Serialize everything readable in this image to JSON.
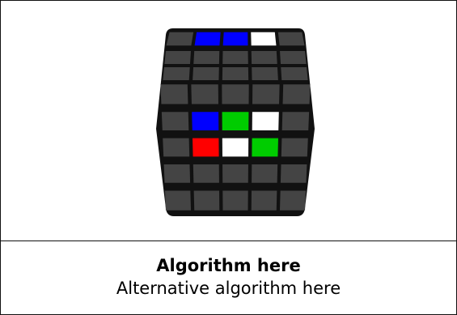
{
  "caption": {
    "title": "Algorithm here",
    "subtitle": "Alternative algorithm here"
  },
  "cube": {
    "colors": {
      "dark": "#444444",
      "outline": "#111111",
      "blue": "#0000ff",
      "white": "#ffffff",
      "green": "#00cc00",
      "red": "#ff0000"
    },
    "top_row": [
      "dark",
      "blue",
      "blue",
      "white",
      "dark"
    ],
    "front_face": [
      [
        "dark",
        "dark",
        "dark",
        "dark",
        "dark"
      ],
      [
        "dark",
        "blue",
        "green",
        "white",
        "dark"
      ],
      [
        "dark",
        "red",
        "white",
        "green",
        "dark"
      ],
      [
        "dark",
        "dark",
        "dark",
        "dark",
        "dark"
      ],
      [
        "dark",
        "dark",
        "dark",
        "dark",
        "dark"
      ]
    ]
  }
}
